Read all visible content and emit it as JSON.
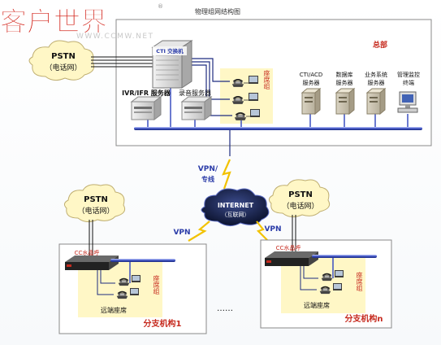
{
  "watermark": {
    "brand": "客户世界",
    "site": "WWW.CCMW.NET",
    "registered": "®"
  },
  "title": "物理组网结构图",
  "hq": {
    "label": "总部",
    "pstn_top": "PSTN",
    "pstn_bottom": "（电话网）",
    "cti_switch": "CTI 交换机",
    "ivr": "IVR/IFR 服务器",
    "recording": "录音服务器",
    "seat_group": "座席组",
    "servers": [
      {
        "line1": "CTI/ACD",
        "line2": "服务器"
      },
      {
        "line1": "数据库",
        "line2": "服务器"
      },
      {
        "line1": "业务系统",
        "line2": "服务器"
      },
      {
        "line1": "管理监控",
        "line2": "终端"
      }
    ]
  },
  "wan": {
    "vpn_top_line1": "VPN/",
    "vpn_top_line2": "专线",
    "internet_line1": "INTERNET",
    "internet_line2": "（互联网）",
    "vpn_left": "VPN",
    "vpn_right": "VPN"
  },
  "branch1": {
    "pstn_top": "PSTN",
    "pstn_bottom": "（电话网）",
    "cc": "CC水晶呼",
    "seat_group": "座席组",
    "remote": "远端座席",
    "label": "分支机构1"
  },
  "branchn": {
    "pstn_top": "PSTN",
    "pstn_bottom": "（电话网）",
    "cc": "CC水晶呼",
    "seat_group": "座席组",
    "remote": "远端座席",
    "label": "分支机构n"
  },
  "ellipsis": "……",
  "colors": {
    "lan": "#3a4fc0",
    "lan_light": "#9aa8ee",
    "seat_zone": "#fff7c6",
    "label_red": "#c62a1e",
    "lightning": "#f2c200",
    "cloud": "#111a40"
  }
}
